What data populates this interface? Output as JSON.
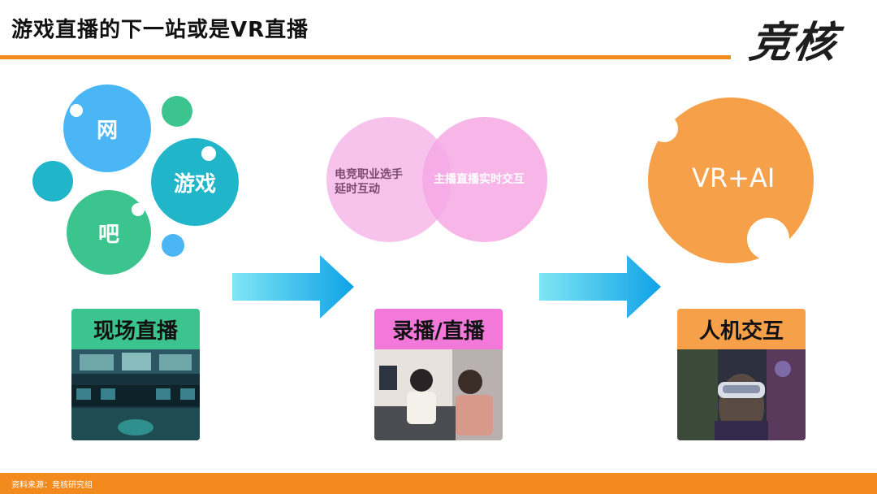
{
  "header": {
    "title": "游戏直播的下一站或是VR直播",
    "logo": "竞核"
  },
  "bubbles": {
    "wang": "网",
    "youxi": "游戏",
    "ba": "吧"
  },
  "venn": {
    "left_line1": "电竞职业选手",
    "left_line2": "延时互动",
    "right": "主播直播实时交互"
  },
  "future": {
    "label": "VR+AI"
  },
  "stages": [
    {
      "label": "现场直播"
    },
    {
      "label": "录播/直播"
    },
    {
      "label": "人机交互"
    }
  ],
  "footer": {
    "source": "资料来源：竞核研究组"
  },
  "colors": {
    "accent_orange": "#f28a1d",
    "bubble_blue": "#4ab6f5",
    "bubble_teal": "#20b5c8",
    "bubble_green": "#3cc48e",
    "venn_pink": "#f6b8ea",
    "future_orange": "#f7a04a",
    "label_green": "#3cc48e",
    "label_pink": "#f279d9",
    "label_orange": "#f7a04a",
    "arrow_cyan": "#16a8e8"
  }
}
